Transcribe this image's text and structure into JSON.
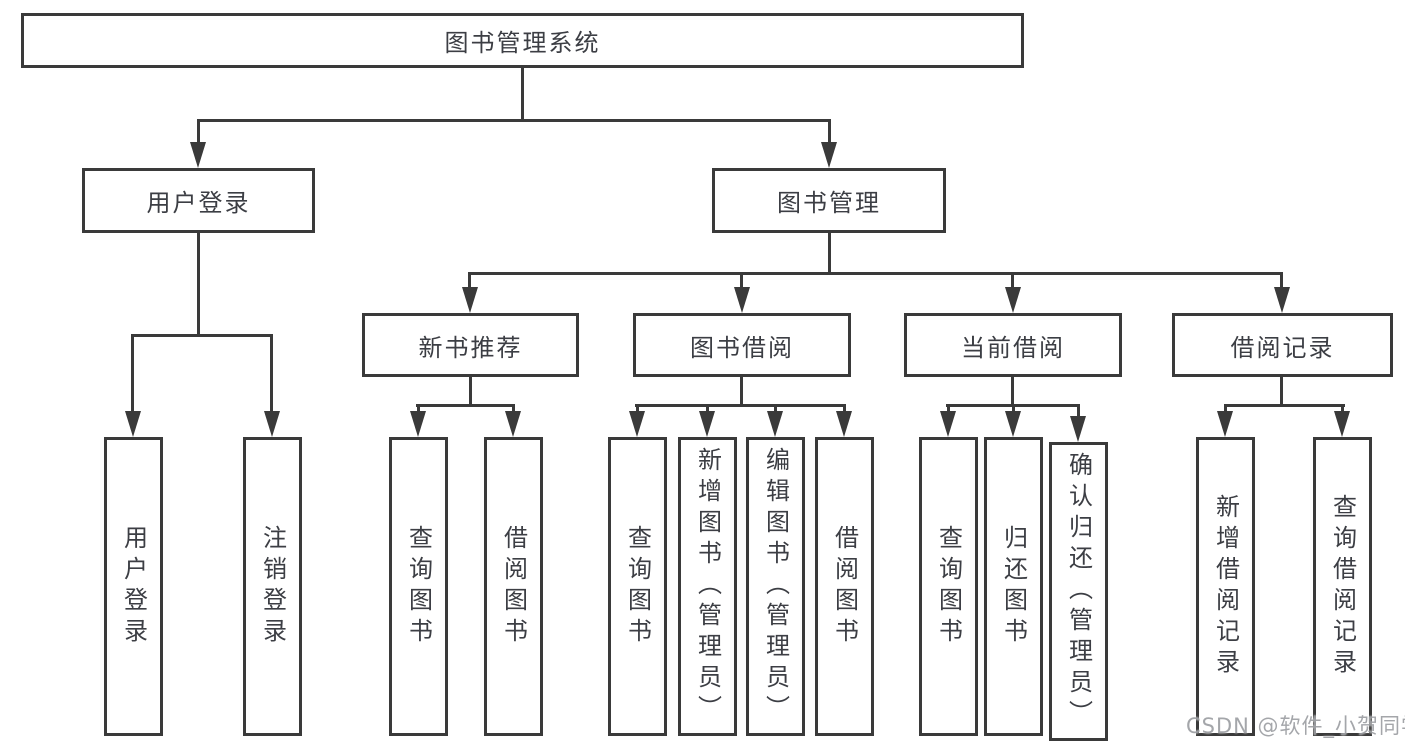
{
  "diagram": {
    "root": {
      "label": "图书管理系统"
    },
    "level2": [
      {
        "label": "用户登录"
      },
      {
        "label": "图书管理"
      }
    ],
    "level3": [
      {
        "label": "新书推荐"
      },
      {
        "label": "图书借阅"
      },
      {
        "label": "当前借阅"
      },
      {
        "label": "借阅记录"
      }
    ],
    "leaves": {
      "user_login": [
        "用户登录",
        "注销登录"
      ],
      "new_books": [
        "查询图书",
        "借阅图书"
      ],
      "book_borrowing": [
        "查询图书",
        "新增图书（管理员）",
        "编辑图书（管理员）",
        "借阅图书"
      ],
      "current_borrowing": [
        "查询图书",
        "归还图书",
        "确认归还（管理员）"
      ],
      "borrowing_records": [
        "新增借阅记录",
        "查询借阅记录"
      ]
    }
  },
  "watermark": {
    "text": "CSDN @软件_小贺同学"
  },
  "colors": {
    "line": "#3a3a3a",
    "box_border": "#3a3a3a",
    "text": "#3c3e44",
    "background": "#ffffff",
    "watermark": "#94969b"
  }
}
